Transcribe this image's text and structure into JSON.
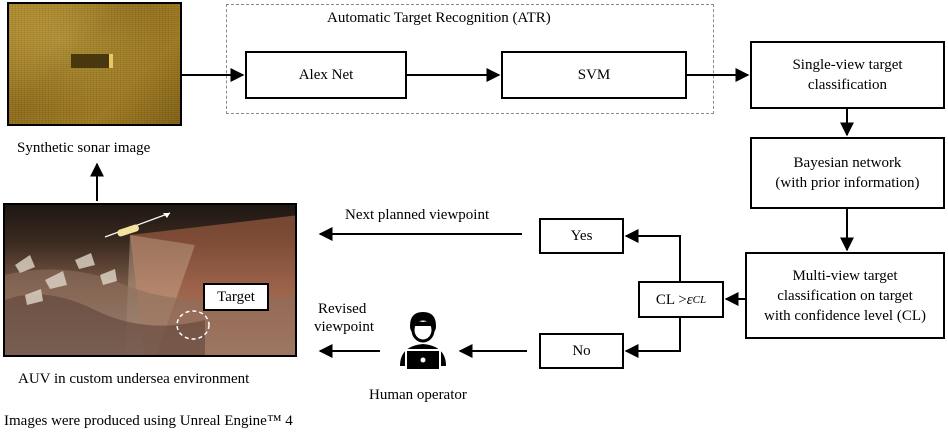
{
  "atr": {
    "title": "Automatic Target Recognition (ATR)"
  },
  "boxes": {
    "alexnet": "Alex Net",
    "svm": "SVM",
    "single_view_l1": "Single-view target",
    "single_view_l2": "classification",
    "bayesian_l1": "Bayesian network",
    "bayesian_l2": "(with prior information)",
    "multiview_l1": "Multi-view target",
    "multiview_l2": "classification on target",
    "multiview_l3": "with confidence level (CL)",
    "decision_prefix": "CL > ",
    "decision_symbol": "ε",
    "decision_sub": "CL",
    "yes": "Yes",
    "no": "No"
  },
  "labels": {
    "sonar_caption": "Synthetic sonar image",
    "auv_caption": "AUV in custom undersea environment",
    "target": "Target",
    "next_viewpoint": "Next planned viewpoint",
    "revised_l1": "Revised",
    "revised_l2": "viewpoint",
    "human_operator": "Human operator",
    "footer": "Images were produced using Unreal Engine™ 4"
  }
}
